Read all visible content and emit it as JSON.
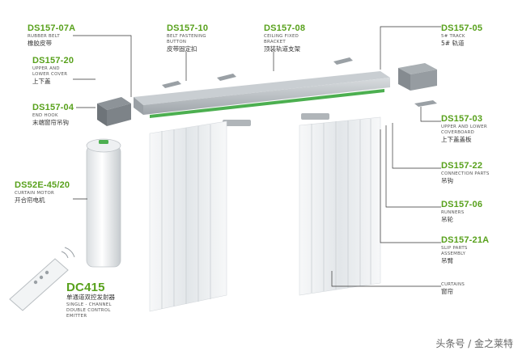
{
  "components": [
    {
      "id": "ds157-07a",
      "code": "DS157-07A",
      "en": "RUBBER BELT",
      "zh": "橡胶皮带"
    },
    {
      "id": "ds157-10",
      "code": "DS157-10",
      "en": "BELT FASTENING\nBUTTON",
      "zh": "皮带固定扣"
    },
    {
      "id": "ds157-08",
      "code": "DS157-08",
      "en": "CEILING FIXED\nBRACKET",
      "zh": "顶装轨道支架"
    },
    {
      "id": "ds157-05",
      "code": "DS157-05",
      "en": "5# TRACK",
      "zh": "5# 轨道"
    },
    {
      "id": "ds157-20",
      "code": "DS157-20",
      "en": "UPPER AND\nLOWER COVER",
      "zh": "上下盖"
    },
    {
      "id": "ds157-04",
      "code": "DS157-04",
      "en": "END HOOK",
      "zh": "末端窗帘吊钩"
    },
    {
      "id": "ds157-03",
      "code": "DS157-03",
      "en": "UPPER AND LOWER\nCOVERBOARD",
      "zh": "上下盖盖板"
    },
    {
      "id": "ds157-22",
      "code": "DS157-22",
      "en": "CONNECTION PARTS",
      "zh": "吊钩"
    },
    {
      "id": "ds157-06",
      "code": "DS157-06",
      "en": "RUNNERS",
      "zh": "吊轮"
    },
    {
      "id": "ds157-21a",
      "code": "DS157-21A",
      "en": "SLIP PARTS\nASSEMBLY",
      "zh": "吊臂"
    },
    {
      "id": "ds52e",
      "code": "DS52E-45/20",
      "en": "CURTAIN MOTOR",
      "zh": "开合帘电机"
    },
    {
      "id": "curtains",
      "code": "",
      "en": "CURTAINS",
      "zh": "窗帘"
    },
    {
      "id": "dc415",
      "code": "DC415",
      "en": "SINGLE - CHANNEL\nDOUBLE CONTROL\nEMITTER",
      "zh": "单通道双控发射器"
    }
  ],
  "watermark": "头条号 / 金之莱特",
  "colors": {
    "label_green": "#58a11c",
    "leader_line": "#333333",
    "track": "#b9bec2",
    "belt": "#4caf50",
    "accent_red": "#e53935",
    "curtain": "#eef0f2"
  }
}
